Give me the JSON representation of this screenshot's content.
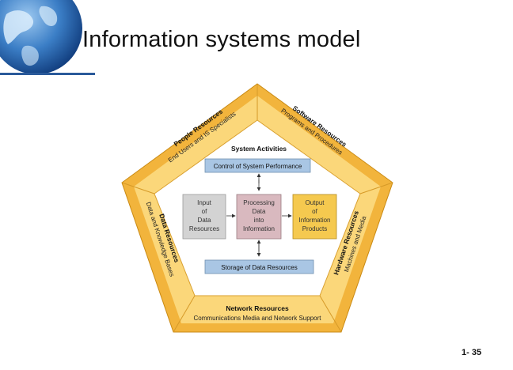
{
  "slide": {
    "title": "Information systems model",
    "page_number": "1- 35"
  },
  "diagram": {
    "center_title": "System Activities",
    "control_box": "Control of System Performance",
    "storage_box": "Storage of Data Resources",
    "input_box": [
      "Input",
      "of",
      "Data",
      "Resources"
    ],
    "processing_box": [
      "Processing",
      "Data",
      "into",
      "Information"
    ],
    "output_box": [
      "Output",
      "of",
      "Information",
      "Products"
    ],
    "people": {
      "title": "People Resources",
      "subtitle": "End Users and IS Specialists"
    },
    "software": {
      "title": "Software Resources",
      "subtitle": "Programs and Procedures"
    },
    "hardware": {
      "title": "Hardware Resources",
      "subtitle": "Machines and Media"
    },
    "network": {
      "title": "Network Resources",
      "subtitle": "Communications Media and Network Support"
    },
    "data": {
      "title": "Data Resources",
      "subtitle": "Data and Knowledge Bases"
    }
  },
  "colors": {
    "pentagon_outer": "#f2b43c",
    "pentagon_inner": "#fde7a7",
    "center_fill": "#ffffff",
    "control_box": "#a9c6e4",
    "input_box": "#d3d3d3",
    "processing_box": "#d9b9bf",
    "output_box": "#f5c94f",
    "globe": "#2f6eb5"
  }
}
